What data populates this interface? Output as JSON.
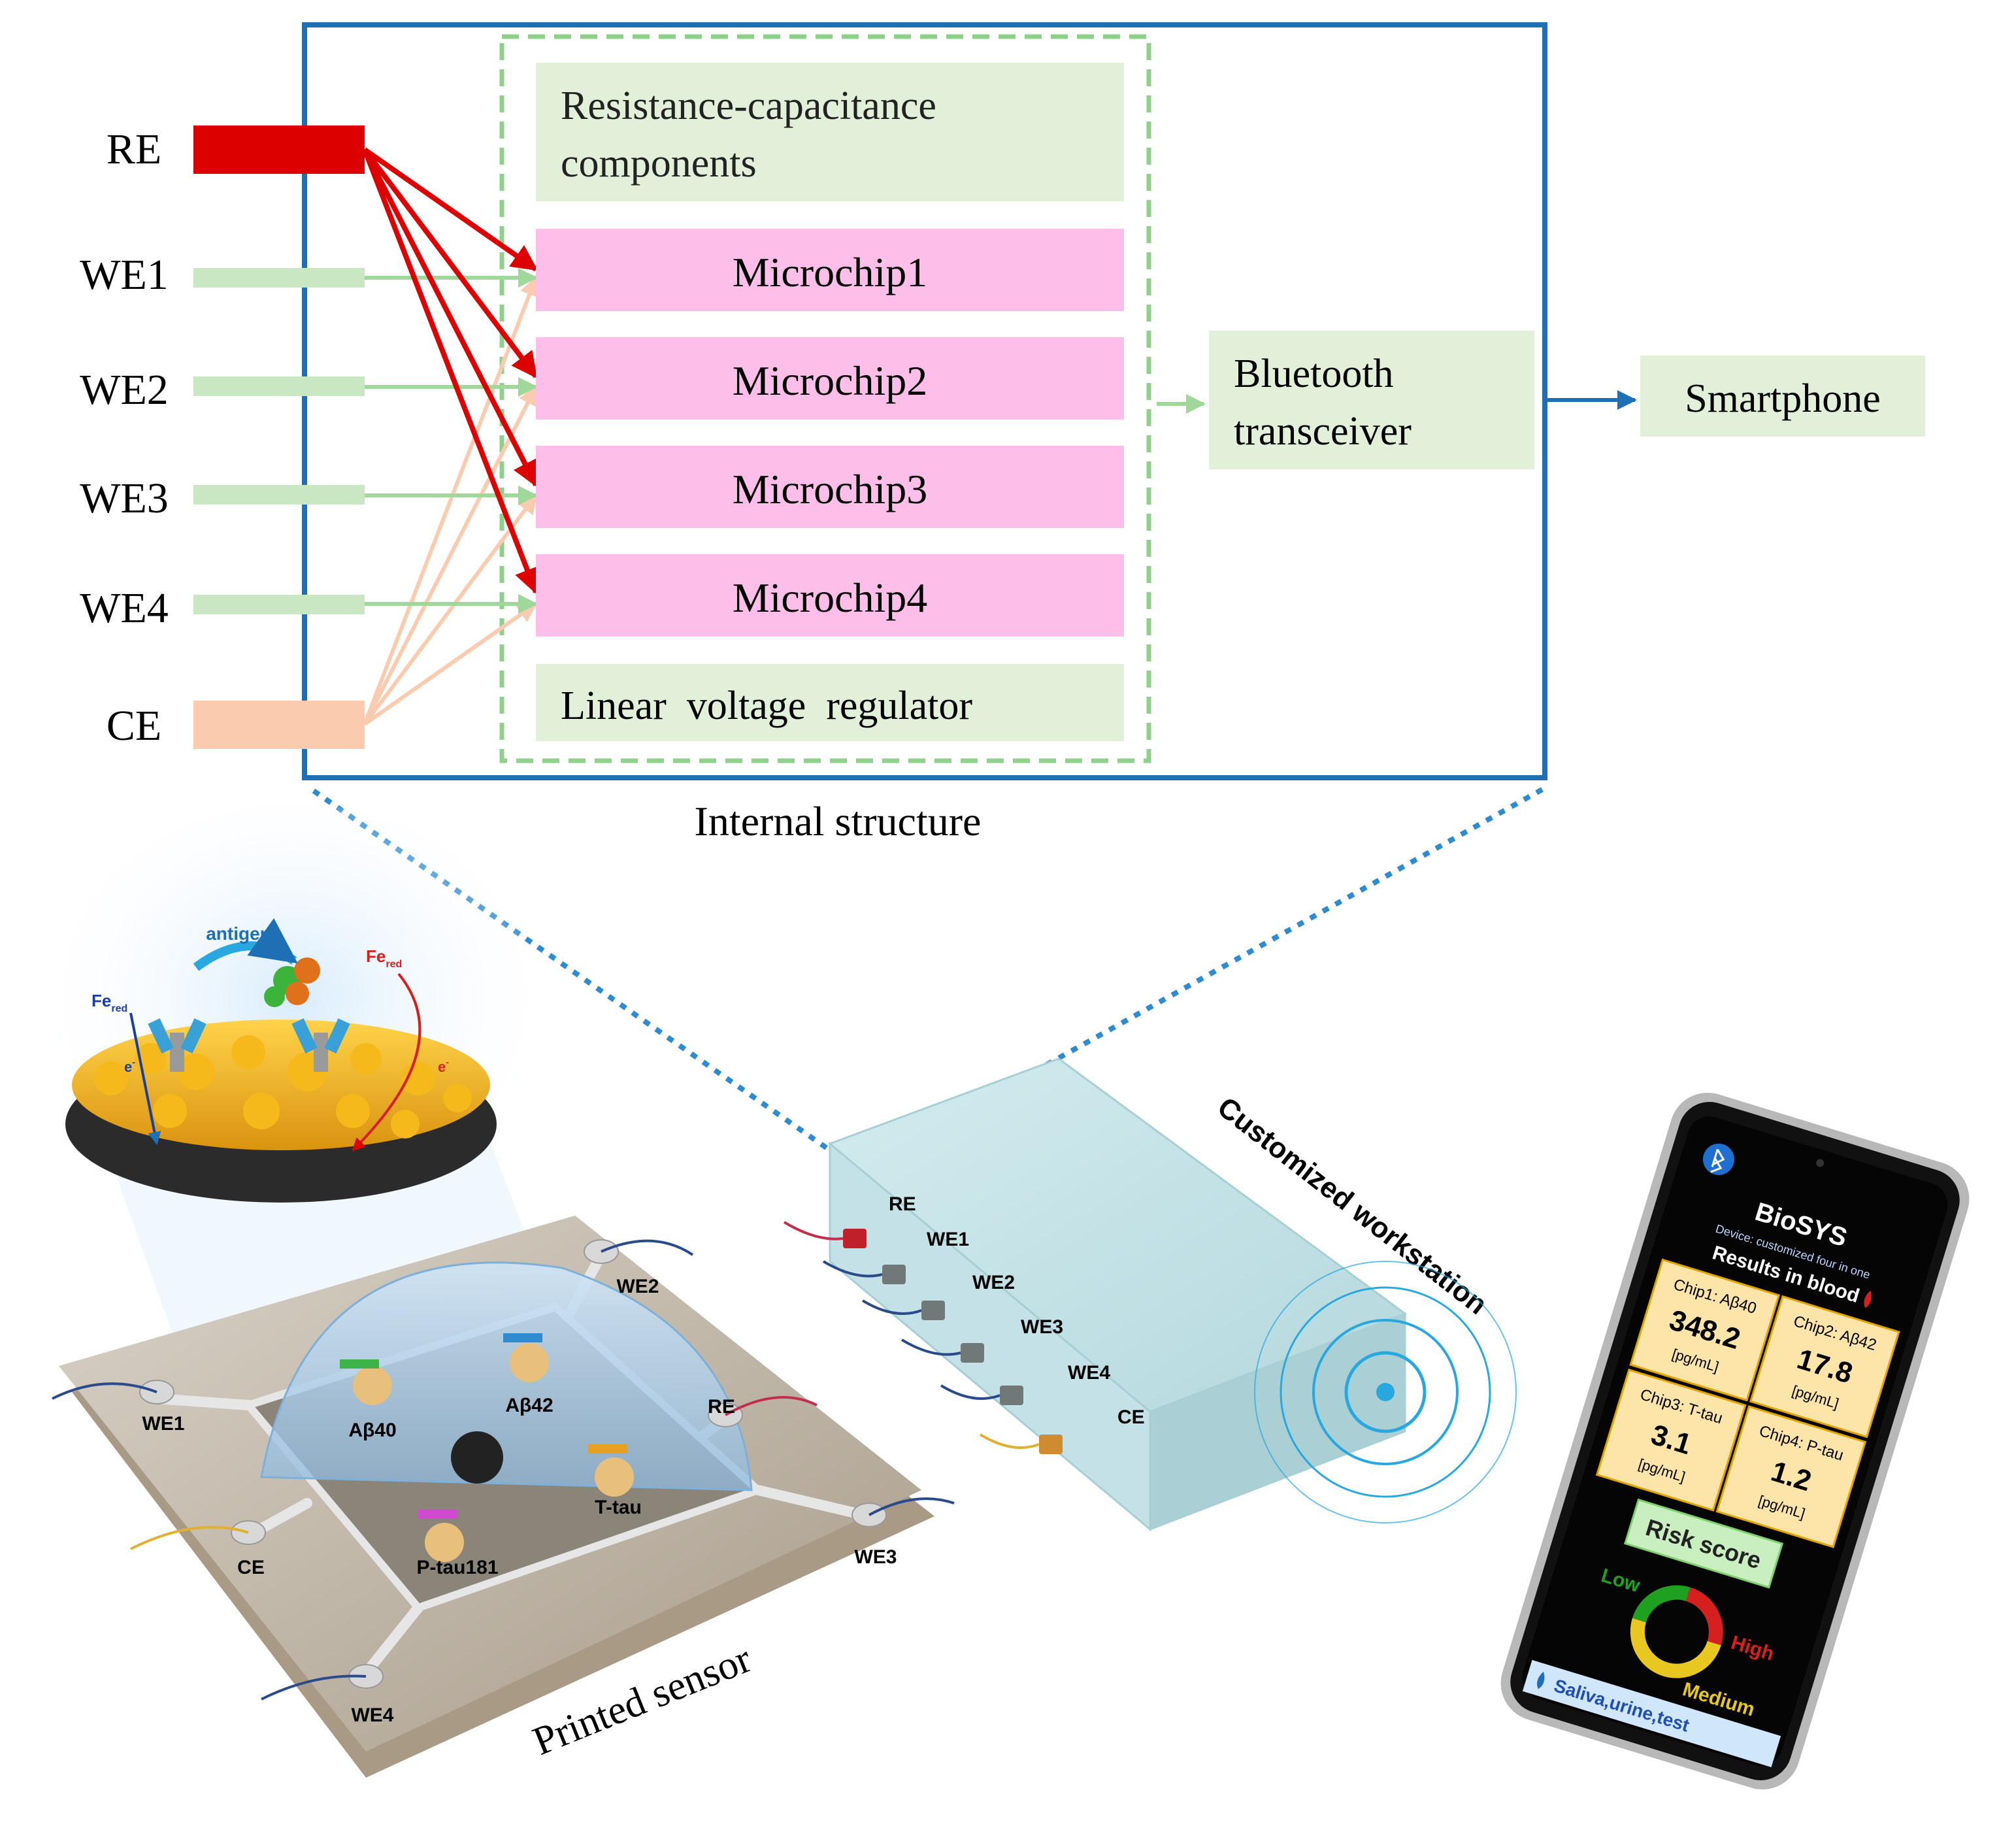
{
  "internal_structure": {
    "caption": "Internal structure",
    "electrodes": [
      "RE",
      "WE1",
      "WE2",
      "WE3",
      "WE4",
      "CE"
    ],
    "rc_components": [
      "Resistance-capacitance",
      "components"
    ],
    "microchips": [
      "Microchip1",
      "Microchip2",
      "Microchip3",
      "Microchip4"
    ],
    "regulator": "Linear  voltage  regulator",
    "bluetooth": [
      "Bluetooth",
      "transceiver"
    ],
    "smartphone": "Smartphone"
  },
  "sensor": {
    "caption": "Printed sensor",
    "antigen": "antigen",
    "fe_left": "Fe",
    "fe_left_sub": "red",
    "fe_right": "Fe",
    "fe_right_sub": "red",
    "electron": "e",
    "electron_sup": "-",
    "pads": [
      "WE1",
      "WE2",
      "RE",
      "CE",
      "WE3",
      "WE4"
    ],
    "biomarkers": [
      "Aβ40",
      "Aβ42",
      "T-tau",
      "P-tau181"
    ]
  },
  "workstation": {
    "title": "Customized workstation",
    "ports": [
      "RE",
      "WE1",
      "WE2",
      "WE3",
      "WE4",
      "CE"
    ]
  },
  "phone": {
    "app": "BioSYS",
    "device": "Device: customized four in one",
    "results": "Results in blood",
    "unit": "[pg/mL]",
    "chips": [
      {
        "label": "Chip1: Aβ40",
        "value": "348.2"
      },
      {
        "label": "Chip2: Aβ42",
        "value": "17.8"
      },
      {
        "label": "Chip3: T-tau",
        "value": "3.1"
      },
      {
        "label": "Chip4: P-tau",
        "value": "1.2"
      }
    ],
    "risk": "Risk score",
    "low": "Low",
    "high": "High",
    "medium": "Medium",
    "other": "Saliva,urine,test"
  },
  "colors": {
    "frame_blue": "#1f6fb5",
    "re_red": "#dd0000",
    "ce_peach": "#fbcbb0",
    "we_green": "#c9e7c3",
    "box_green": "#e2f0d9",
    "chip_pink": "#fdbfe9",
    "dash_green": "#8fd18a"
  }
}
